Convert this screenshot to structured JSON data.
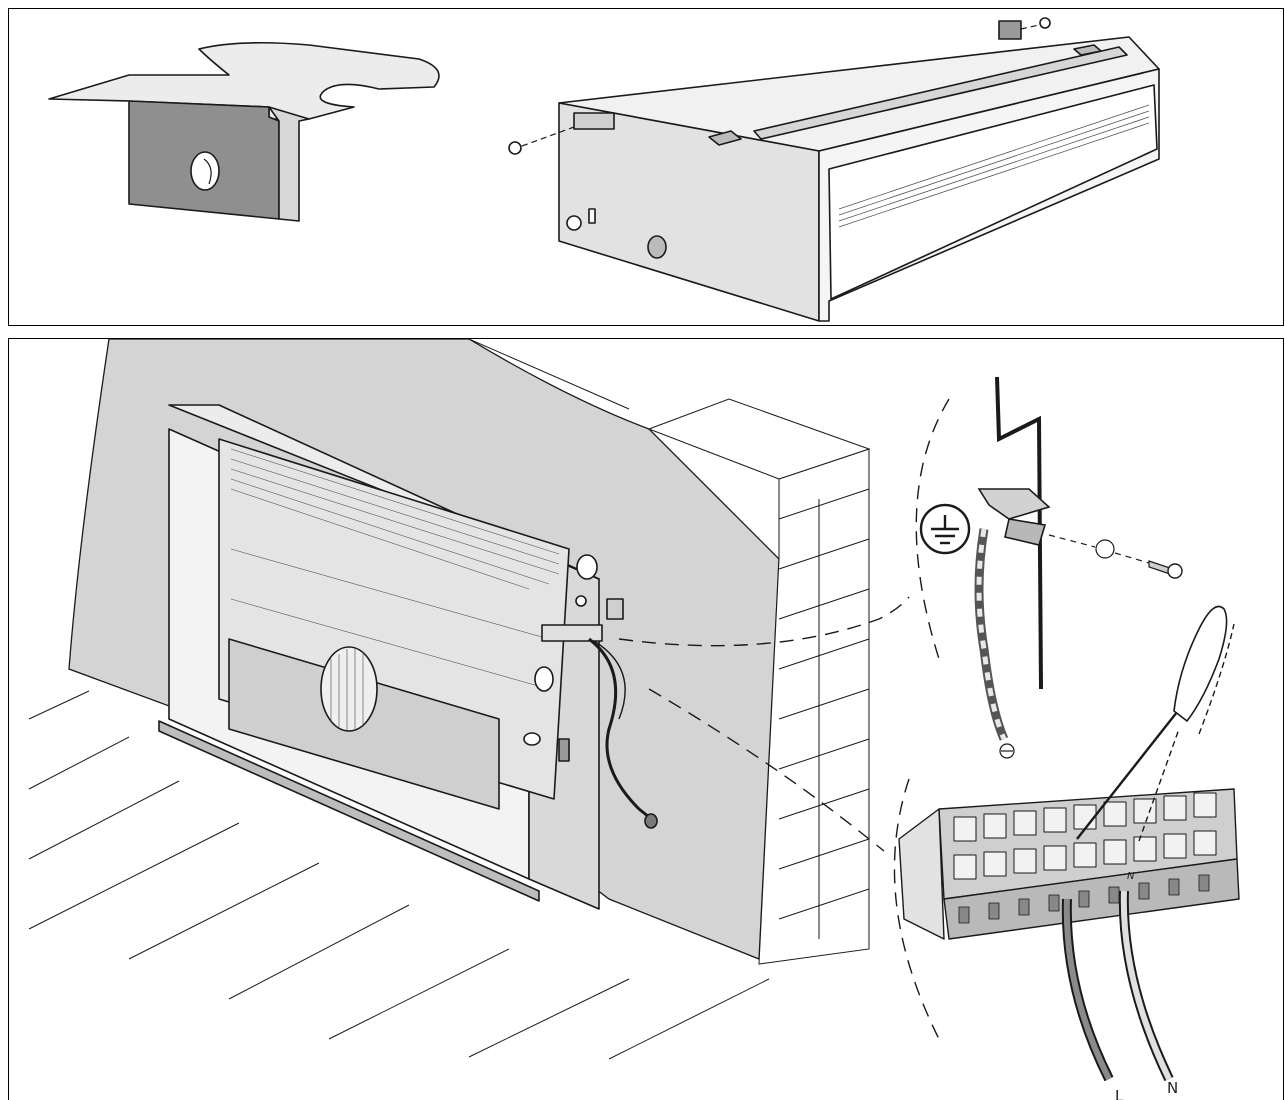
{
  "figures": {
    "top": {
      "description_visible": false
    },
    "bottom": {
      "terminal_labels": {
        "live": "L",
        "neutral": "N",
        "neutral_small": "N"
      }
    }
  },
  "colors": {
    "line": "#1a1a1a",
    "metal_light": "#e6e6e6",
    "metal_mid": "#c8c8c8",
    "metal_dark": "#8f8f8f",
    "wall": "#d4d4d4",
    "terminal_gray": "#b9b9b9"
  },
  "icons": [
    "earth-ground-symbol-icon",
    "screwdriver-icon",
    "screw-icon",
    "washer-icon"
  ]
}
